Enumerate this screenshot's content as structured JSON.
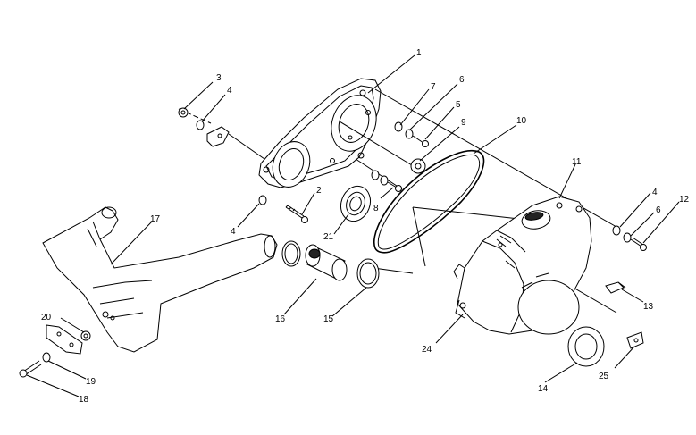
{
  "diagram": {
    "callouts": [
      {
        "id": "c1",
        "label": "1"
      },
      {
        "id": "c2",
        "label": "2"
      },
      {
        "id": "c3",
        "label": "3"
      },
      {
        "id": "c4a",
        "label": "4"
      },
      {
        "id": "c4b",
        "label": "4"
      },
      {
        "id": "c4c",
        "label": "4"
      },
      {
        "id": "c5",
        "label": "5"
      },
      {
        "id": "c6a",
        "label": "6"
      },
      {
        "id": "c6b",
        "label": "6"
      },
      {
        "id": "c7",
        "label": "7"
      },
      {
        "id": "c8",
        "label": "8"
      },
      {
        "id": "c9",
        "label": "9"
      },
      {
        "id": "c10",
        "label": "10"
      },
      {
        "id": "c11",
        "label": "11"
      },
      {
        "id": "c12",
        "label": "12"
      },
      {
        "id": "c13",
        "label": "13"
      },
      {
        "id": "c14",
        "label": "14"
      },
      {
        "id": "c15",
        "label": "15"
      },
      {
        "id": "c16",
        "label": "16"
      },
      {
        "id": "c17",
        "label": "17"
      },
      {
        "id": "c18",
        "label": "18"
      },
      {
        "id": "c19",
        "label": "19"
      },
      {
        "id": "c20",
        "label": "20"
      },
      {
        "id": "c21",
        "label": "21"
      },
      {
        "id": "c24",
        "label": "24"
      },
      {
        "id": "c25",
        "label": "25"
      }
    ]
  }
}
